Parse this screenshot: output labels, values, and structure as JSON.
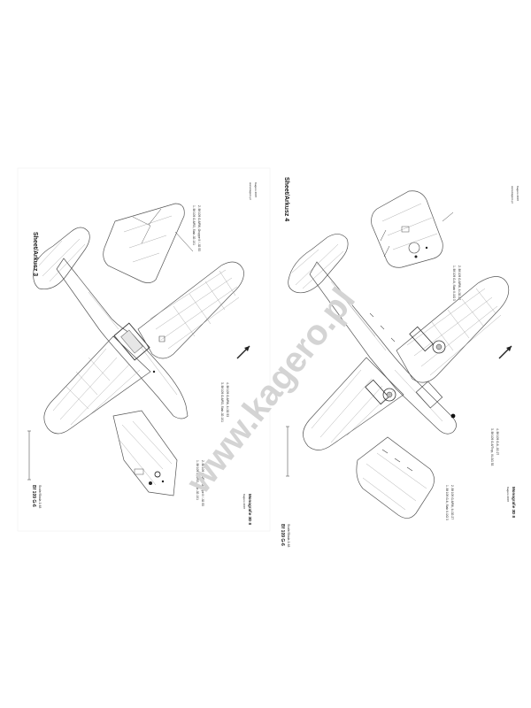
{
  "sheet_upper": {
    "title": "Sheet/Arkusz 3",
    "model": "Bf 109 G-6",
    "scale": "Scale/Skala 1:48",
    "caption_1": "1. Bf 109 G-6/R3, Stab JG 101",
    "caption_2": "2. Bf 109 G-6/R6, Gruppe II / JG 53",
    "caption_3": "3. Bf 109 G-6/R3, Stab JG 101",
    "caption_4": "4. Bf 109 G-6/R6, II./JG 53",
    "publisher": "Monografie 3D 8",
    "copyright_1": "www.kagero.pl",
    "copyright_2": "Kagero 2007"
  },
  "sheet_lower": {
    "title": "Sheet/Arkusz 4",
    "model": "Bf 109 G-6",
    "scale": "Scale/Skala 1:48",
    "caption_1": "1. Bf 109 G-6, Stab II./JG 3",
    "caption_2": "2. Bf 109 G-6/R6, II./JG 27",
    "caption_3": "3. Bf 109 G-6/Trop, III./JG 53",
    "caption_4": "4. Bf 109 G-6, JG 27",
    "publisher": "Monografie 3D 8",
    "copyright_1": "www.kagero.pl",
    "copyright_2": "Kagero 2007"
  },
  "watermark": "www.kagero.pl"
}
